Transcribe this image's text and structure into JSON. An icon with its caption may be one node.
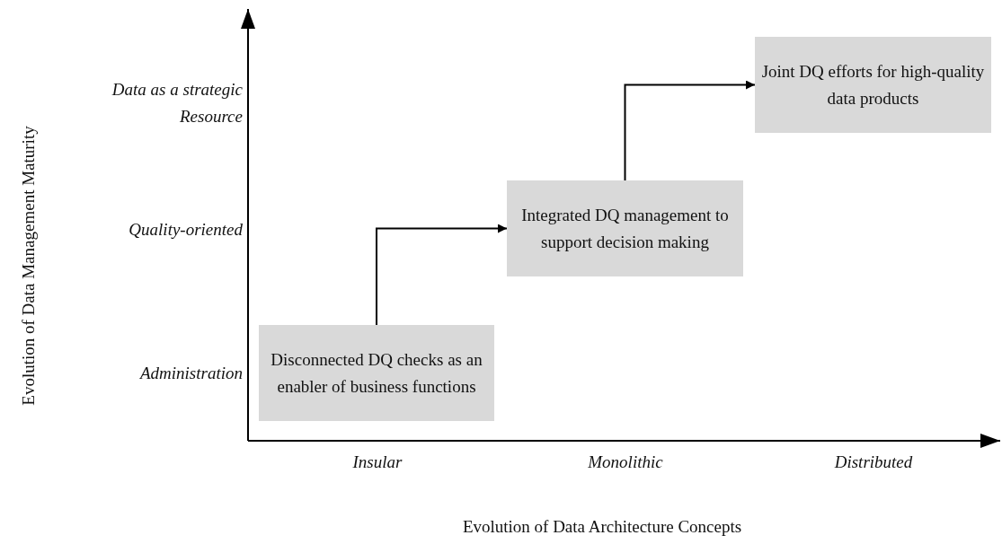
{
  "diagram": {
    "nodes": [
      {
        "text": [
          "Disconnected DQ checks as an enabler of business functions"
        ]
      },
      {
        "text": [
          "Integrated DQ management to support decision making"
        ]
      },
      {
        "text": [
          "Joint DQ efforts for high-quality data products"
        ]
      }
    ],
    "edges": [
      {
        "from": 0,
        "to": 1,
        "arrow": "to"
      },
      {
        "from": 1,
        "to": 2,
        "arrow": "to"
      }
    ],
    "labels": [
      "Evolution of Data Management Maturity",
      "Data as a strategic Resource",
      "Quality-oriented",
      "Administration",
      "Insular",
      "Monolithic",
      "Distributed",
      "Evolution of Data Architecture Concepts"
    ]
  }
}
